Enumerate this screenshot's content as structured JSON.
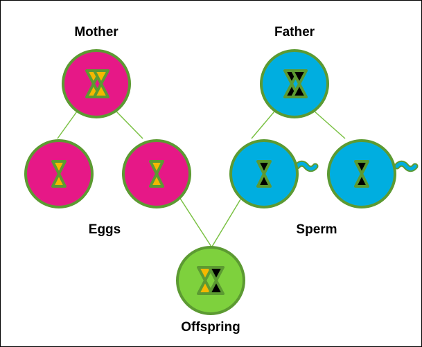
{
  "labels": {
    "mother": "Mother",
    "father": "Father",
    "eggs": "Eggs",
    "sperm": "Sperm",
    "offspring": "Offspring"
  },
  "colors": {
    "mother_fill": "#e61887",
    "father_fill": "#00aee0",
    "offspring_fill": "#7ed13d",
    "outline": "#5c9a32",
    "maternal_chromosome": "#f5b800",
    "paternal_chromosome": "#000000",
    "connector_line": "#7ac143"
  }
}
